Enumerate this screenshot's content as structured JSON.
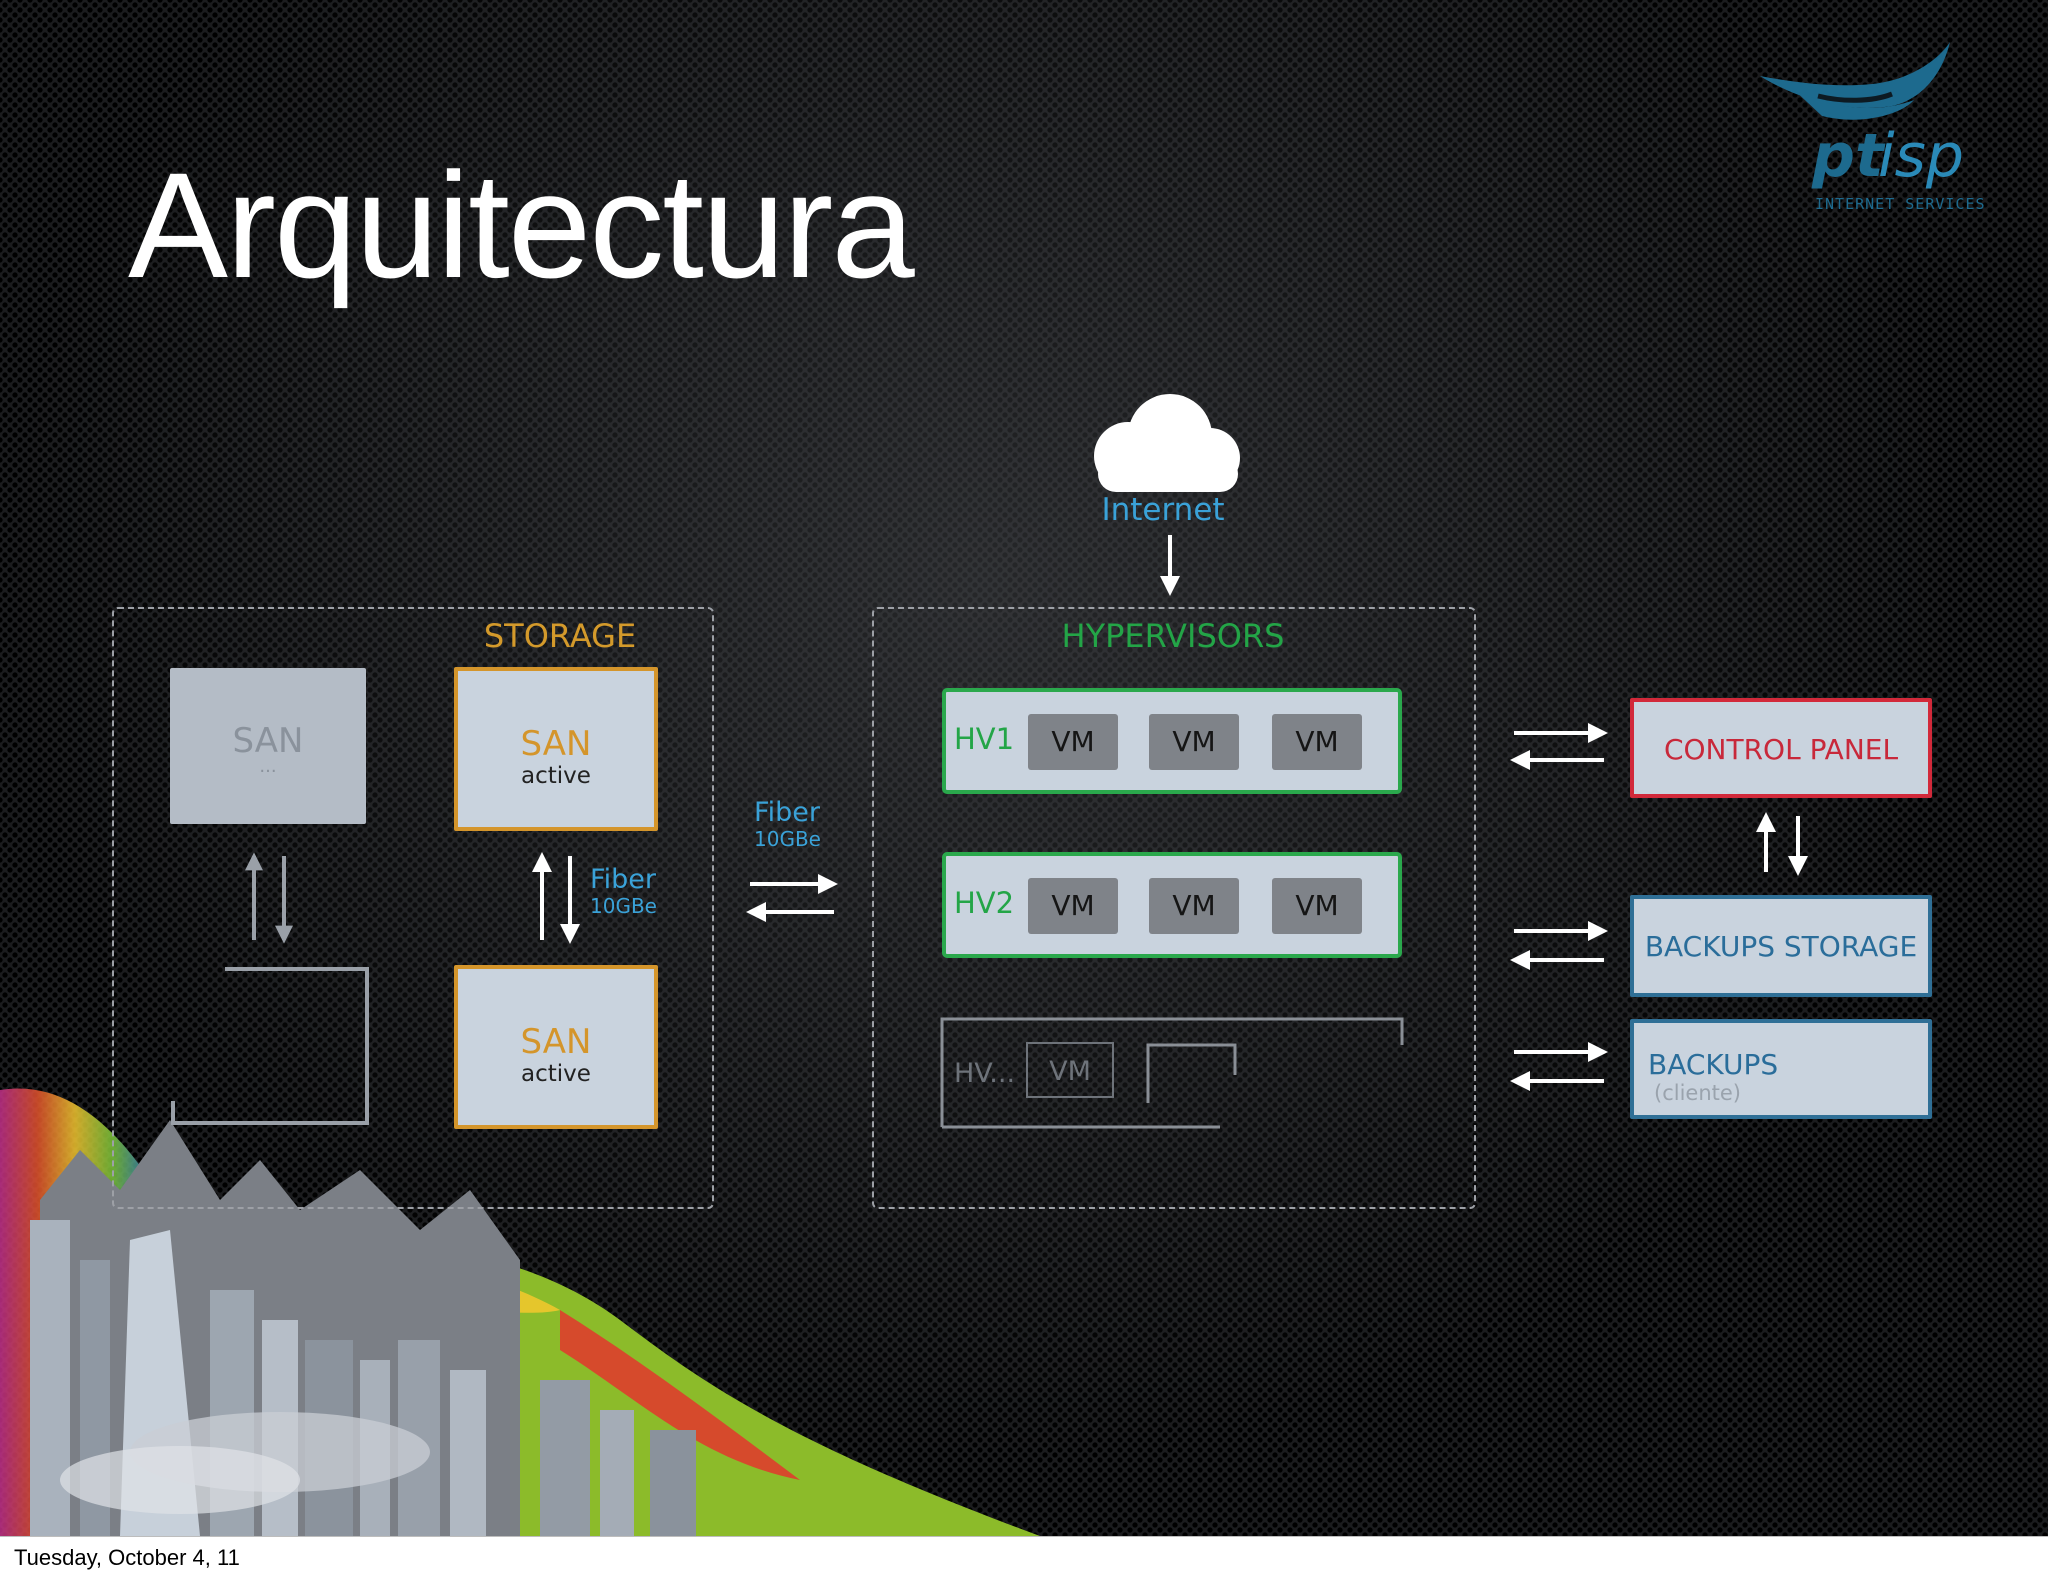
{
  "slide": {
    "title": "Arquitectura",
    "footer_date": "Tuesday, October 4, 11"
  },
  "logo": {
    "brand_part1": "pt",
    "brand_part2": "isp",
    "tagline": "INTERNET SERVICES",
    "colors": {
      "primary": "#1d6a8e",
      "accent": "#2a8ab8"
    }
  },
  "diagram": {
    "internet": {
      "label": "Internet",
      "icon": "cloud-icon"
    },
    "storage": {
      "title": "STORAGE",
      "san_main": {
        "name": "SAN",
        "sub": "..."
      },
      "san_active": [
        {
          "name": "SAN",
          "sub": "active"
        },
        {
          "name": "SAN",
          "sub": "active"
        }
      ],
      "fiber": {
        "line1": "Fiber",
        "line2": "10GBe"
      }
    },
    "link_fiber": {
      "line1": "Fiber",
      "line2": "10GBe"
    },
    "hypervisors": {
      "title": "HYPERVISORS",
      "rows": [
        {
          "label": "HV1",
          "vms": [
            "VM",
            "VM",
            "VM"
          ]
        },
        {
          "label": "HV2",
          "vms": [
            "VM",
            "VM",
            "VM"
          ]
        }
      ],
      "more": {
        "label": "HV...",
        "vm": "VM"
      }
    },
    "control_panel": {
      "title": "CONTROL PANEL"
    },
    "backups_storage": {
      "title": "BACKUPS STORAGE"
    },
    "backups": {
      "title": "BACKUPS",
      "sub": "(cliente)"
    },
    "colors": {
      "storage": "#d4952b",
      "hypervisors": "#23a547",
      "fiber": "#3aa2d8",
      "control_panel": "#c8283a",
      "backups": "#2a6d9a",
      "box_fill": "#c9d3de"
    }
  }
}
